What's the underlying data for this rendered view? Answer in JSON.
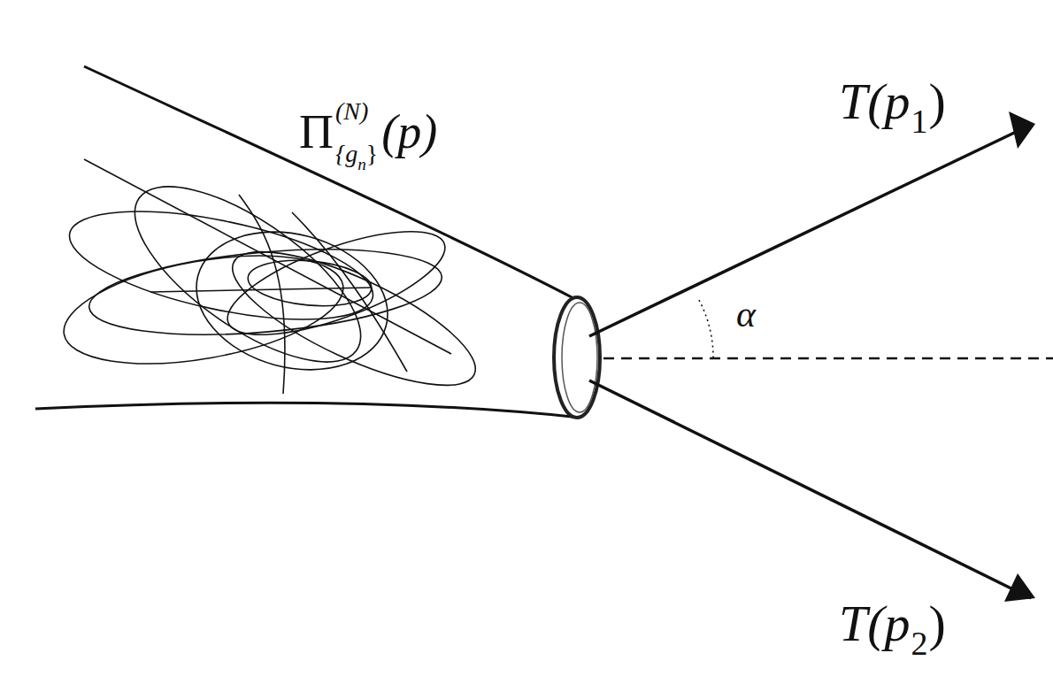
{
  "diagram": {
    "labels": [
      "Π",
      "(N)",
      "{g",
      "n",
      "}",
      "(p)",
      "T(p",
      "1",
      ")",
      "α",
      "T(p",
      "2",
      ")"
    ]
  }
}
